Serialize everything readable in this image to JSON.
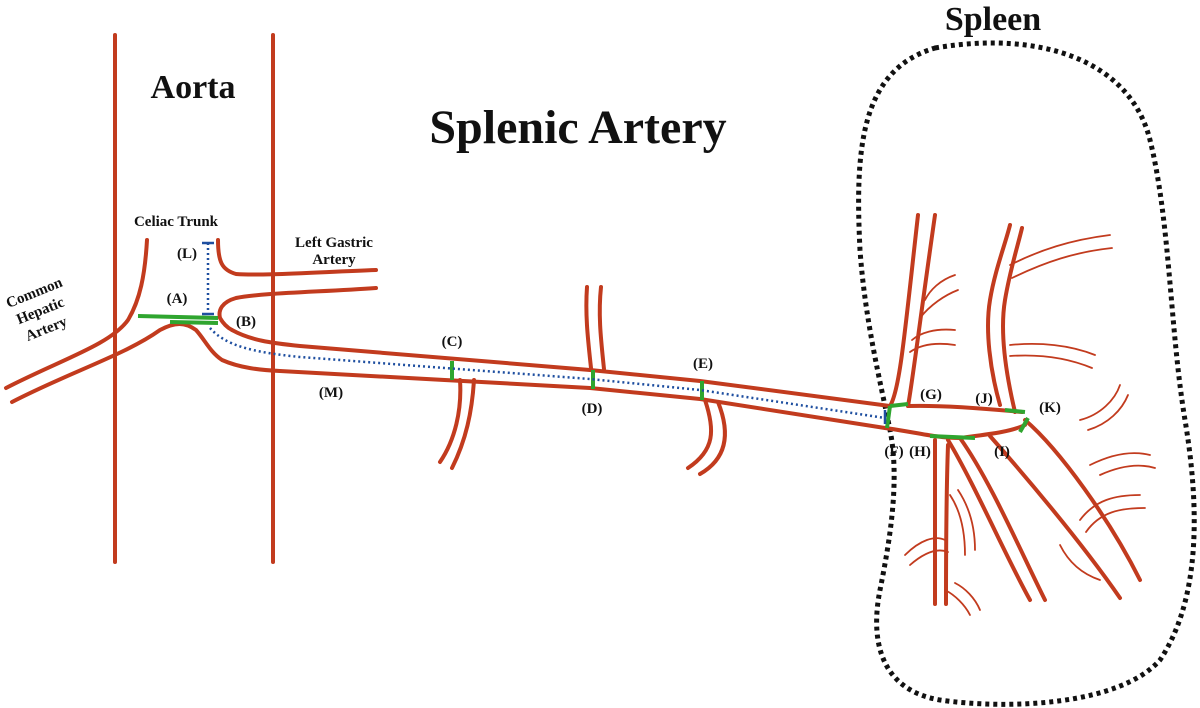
{
  "titles": {
    "aorta": "Aorta",
    "splenic_artery": "Splenic Artery",
    "spleen": "Spleen"
  },
  "vessel_labels": {
    "celiac_trunk": "Celiac Trunk",
    "left_gastric_line1": "Left Gastric",
    "left_gastric_line2": "Artery",
    "common_hepatic_line1": "Common",
    "common_hepatic_line2": "Hepatic",
    "common_hepatic_line3": "Artery"
  },
  "segment_labels": {
    "A": "(A)",
    "B": "(B)",
    "C": "(C)",
    "D": "(D)",
    "E": "(E)",
    "F": "(F)",
    "G": "(G)",
    "H": "(H)",
    "I": "(I)",
    "J": "(J)",
    "K": "(K)",
    "L": "(L)",
    "M": "(M)"
  },
  "colors": {
    "vessel": "#c23b1e",
    "marker": "#2fa52f",
    "measure": "#1f4fa0",
    "outline": "#111111"
  }
}
